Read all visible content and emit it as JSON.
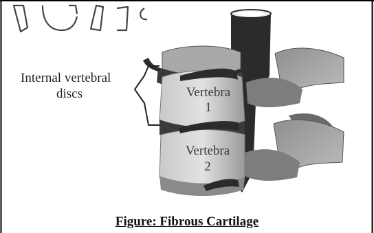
{
  "labels": {
    "discs_line1": "Internal vertebral",
    "discs_line2": "discs",
    "vertebra1_line1": "Vertebra",
    "vertebra1_line2": "1",
    "vertebra2_line1": "Vertebra",
    "vertebra2_line2": "2"
  },
  "caption": "Figure: Fibrous Cartilage",
  "colors": {
    "border": "#000000",
    "bone_light": "#d6d6d6",
    "bone_mid": "#a9a9a9",
    "bone_dark": "#3a3a3a",
    "spinal_cord": "#2b2b2b"
  }
}
